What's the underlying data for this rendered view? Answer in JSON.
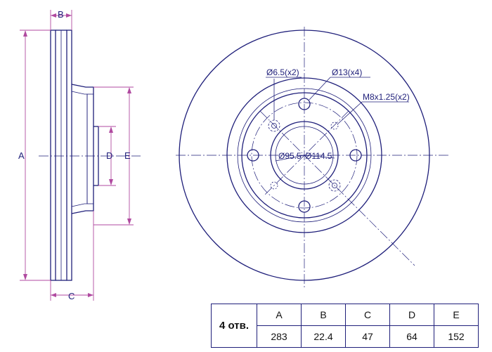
{
  "dims": {
    "A": "A",
    "B": "B",
    "C": "C",
    "D": "D",
    "E": "E"
  },
  "notes": {
    "hole_small": "Ø6.5(x2)",
    "hole_large": "Ø13(x4)",
    "thread": "M8x1.25(x2)",
    "bore": "Ø95.5",
    "pcd": "Ø114.5"
  },
  "table": {
    "holes_label": "4 отв.",
    "headers": [
      "A",
      "B",
      "C",
      "D",
      "E"
    ],
    "values": [
      "283",
      "22.4",
      "47",
      "64",
      "152"
    ]
  }
}
